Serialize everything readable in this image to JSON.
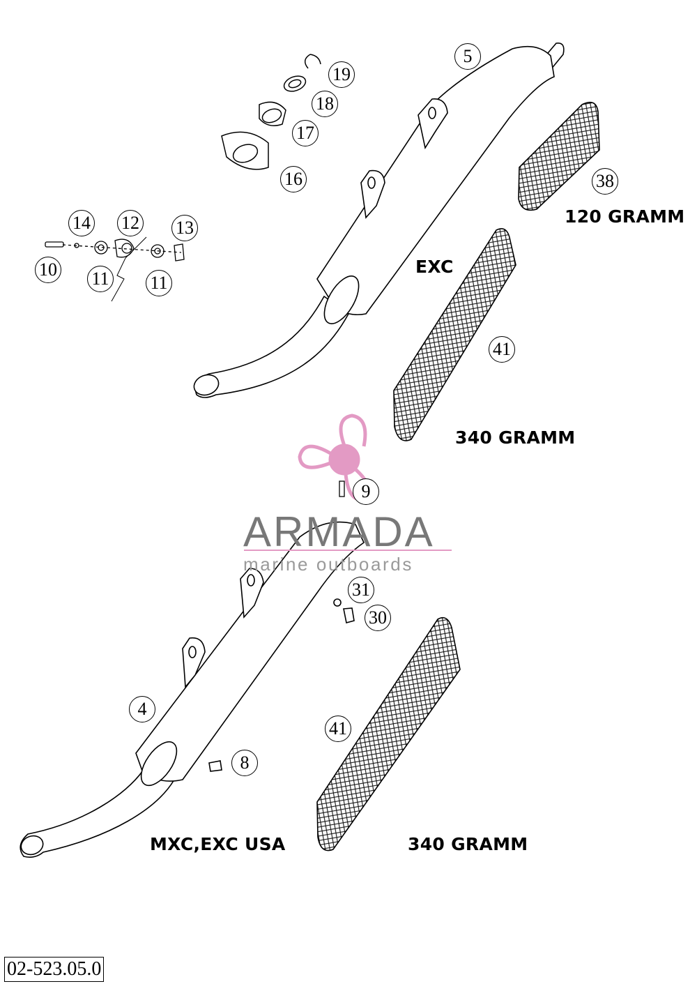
{
  "diagram": {
    "callouts": [
      "5",
      "19",
      "18",
      "17",
      "16",
      "38",
      "14",
      "12",
      "13",
      "10",
      "11",
      "11",
      "41",
      "9",
      "31",
      "30",
      "4",
      "41",
      "8"
    ],
    "labels": {
      "weight_top_small": "120 GRAMM",
      "variant_top": "EXC",
      "weight_top_large": "340 GRAMM",
      "variant_bottom": "MXC,EXC USA",
      "weight_bottom": "340 GRAMM"
    },
    "drawing_code": "02-523.05.0"
  },
  "watermark": {
    "title": "ARMADA",
    "subtitle": "marine outboards",
    "accent_color": "#e39ac4",
    "text_color": "#787878"
  }
}
